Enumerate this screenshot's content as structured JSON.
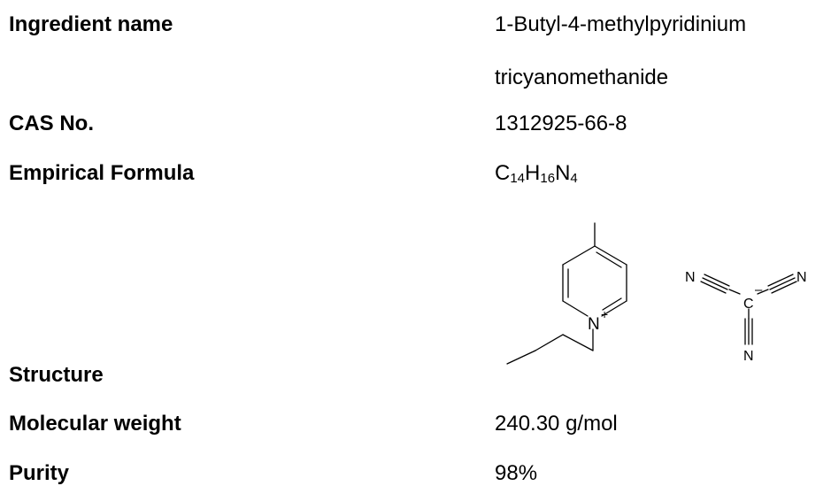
{
  "rows": {
    "ingredient": {
      "label": "Ingredient name",
      "value_line1": "1-Butyl-4-methylpyridinium",
      "value_line2": "tricyanomethanide"
    },
    "cas": {
      "label": "CAS No.",
      "value": "1312925-66-8"
    },
    "formula": {
      "label": "Empirical Formula",
      "parts": [
        {
          "el": "C",
          "n": "14"
        },
        {
          "el": "H",
          "n": "16"
        },
        {
          "el": "N",
          "n": "4"
        }
      ]
    },
    "structure": {
      "label": "Structure",
      "atoms": {
        "pyridinium_n": "N",
        "pyridinium_charge": "+",
        "cyanide_n": "N",
        "central_c": "C",
        "anion_charge": "–"
      }
    },
    "mw": {
      "label": "Molecular weight",
      "value": "240.30 g/mol"
    },
    "purity": {
      "label": "Purity",
      "value": "98%"
    }
  }
}
